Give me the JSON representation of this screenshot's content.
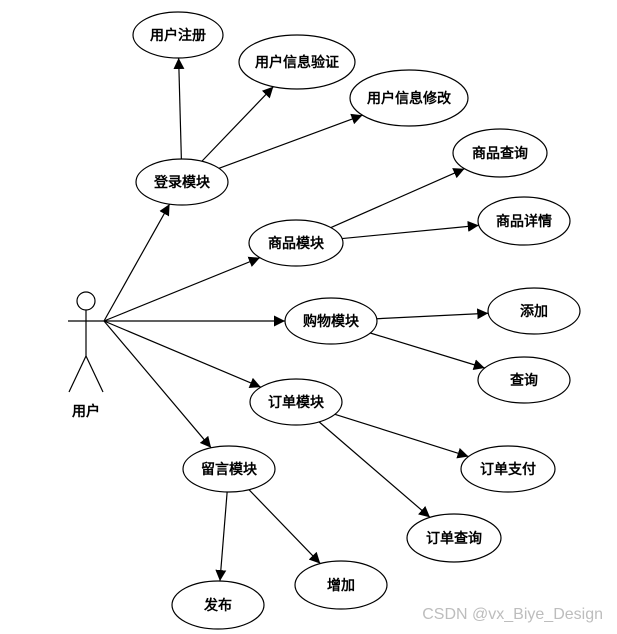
{
  "actor": {
    "label": "用户"
  },
  "nodes": {
    "register": "用户注册",
    "verify": "用户信息验证",
    "modify": "用户信息修改",
    "login": "登录模块",
    "goods_query": "商品查询",
    "goods": "商品模块",
    "goods_detail": "商品详情",
    "cart": "购物模块",
    "cart_add": "添加",
    "cart_query": "查询",
    "order": "订单模块",
    "order_pay": "订单支付",
    "order_query": "订单查询",
    "message": "留言模块",
    "msg_publish": "发布",
    "msg_add": "增加"
  },
  "edges": [
    [
      "actor",
      "login"
    ],
    [
      "actor",
      "goods"
    ],
    [
      "actor",
      "cart"
    ],
    [
      "actor",
      "order"
    ],
    [
      "actor",
      "message"
    ],
    [
      "login",
      "register"
    ],
    [
      "login",
      "verify"
    ],
    [
      "login",
      "modify"
    ],
    [
      "goods",
      "goods_query"
    ],
    [
      "goods",
      "goods_detail"
    ],
    [
      "cart",
      "cart_add"
    ],
    [
      "cart",
      "cart_query"
    ],
    [
      "order",
      "order_pay"
    ],
    [
      "order",
      "order_query"
    ],
    [
      "message",
      "msg_publish"
    ],
    [
      "message",
      "msg_add"
    ]
  ],
  "watermark": "CSDN @vx_Biye_Design"
}
